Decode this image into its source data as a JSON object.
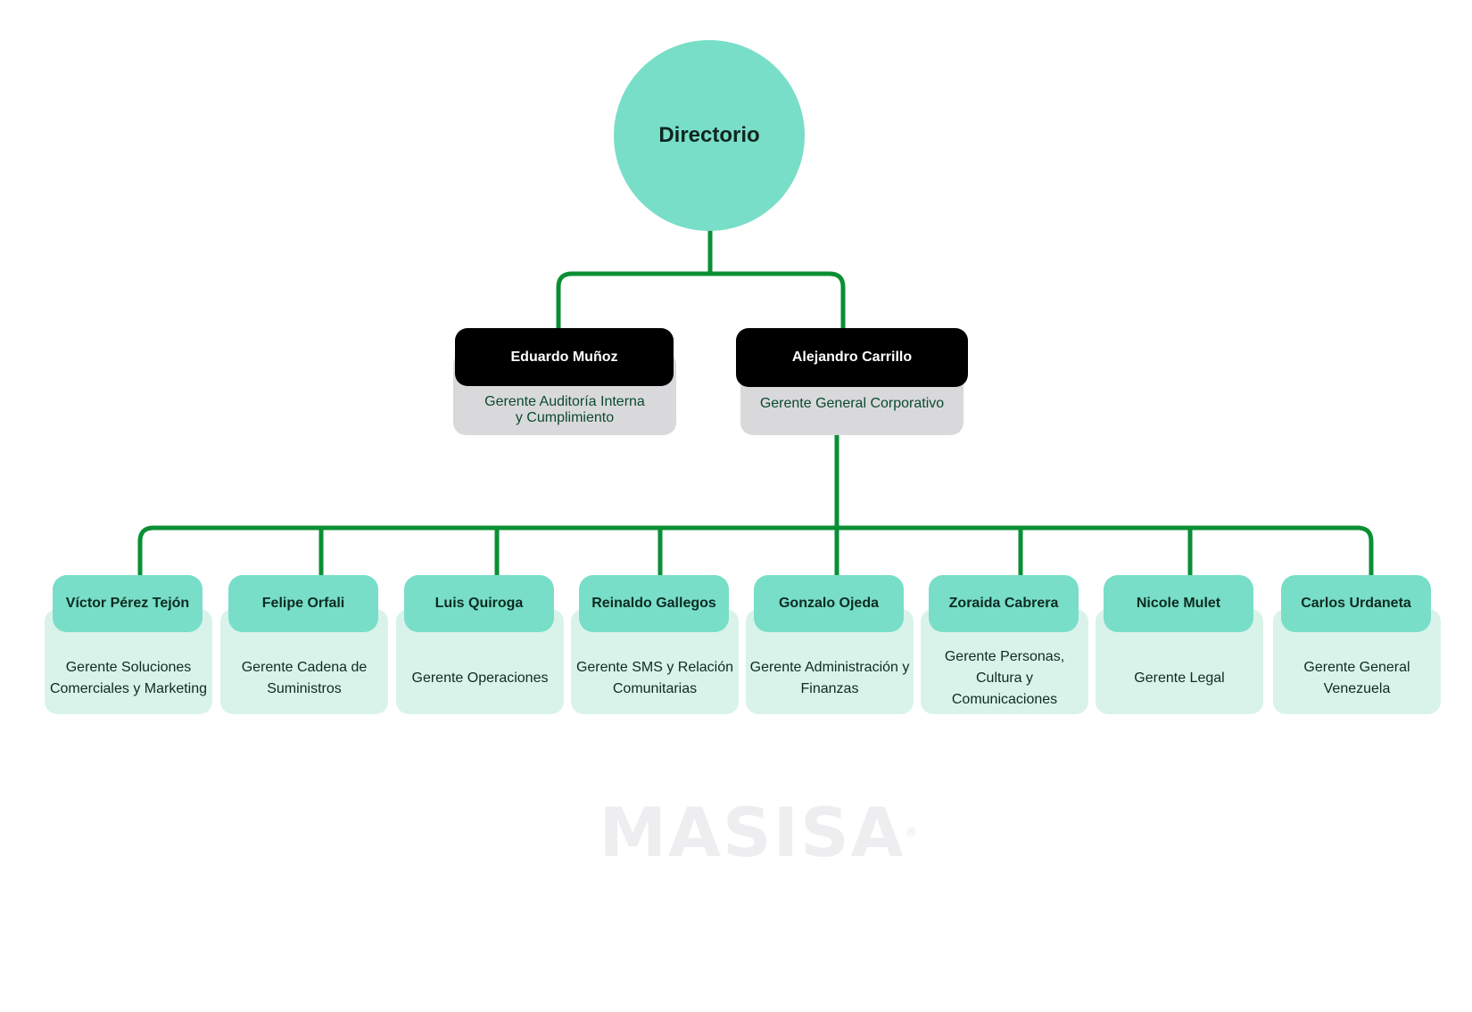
{
  "diagram": {
    "type": "org-chart",
    "colors": {
      "connector": "#0a8f34",
      "root_fill": "#78dec7",
      "name_fill": "#78dec7",
      "role_fill": "#d9f3ea",
      "executive_fill": "#000000",
      "executive_role_fill": "#d9d9db"
    },
    "root": {
      "label": "Directorio"
    },
    "level1": [
      {
        "name": "Eduardo Muñoz",
        "role_line1": "Gerente Auditoría Interna",
        "role_line2": "y Cumplimiento"
      },
      {
        "name": "Alejandro Carrillo",
        "role_line1": "Gerente General Corporativo",
        "role_line2": ""
      }
    ],
    "level2_parent": "Alejandro Carrillo",
    "level2": [
      {
        "name": "Víctor Pérez Tejón",
        "role": "Gerente Soluciones Comerciales y Marketing"
      },
      {
        "name": "Felipe Orfali",
        "role": "Gerente Cadena de Suministros"
      },
      {
        "name": "Luis Quiroga",
        "role": "Gerente Operaciones"
      },
      {
        "name": "Reinaldo Gallegos",
        "role": "Gerente SMS y Relación Comunitarias"
      },
      {
        "name": "Gonzalo Ojeda",
        "role": "Gerente Administración y Finanzas"
      },
      {
        "name": "Zoraida Cabrera",
        "role": "Gerente Personas, Cultura y Comunicaciones"
      },
      {
        "name": "Nicole Mulet",
        "role": "Gerente Legal"
      },
      {
        "name": "Carlos Urdaneta",
        "role": "Gerente General Venezuela"
      }
    ]
  },
  "watermark": {
    "text": "MASISA",
    "mark": "®"
  }
}
